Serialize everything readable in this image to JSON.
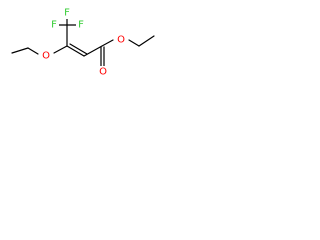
{
  "structure": {
    "atoms": {
      "f_top": "F",
      "f_left": "F",
      "f_right": "F",
      "o_ether": "O",
      "o_ester": "O",
      "o_carbonyl": "O"
    },
    "colors": {
      "bond": "#000000",
      "fluorine": "#33cc33",
      "oxygen": "#ff0000",
      "background": "#ffffff"
    }
  }
}
